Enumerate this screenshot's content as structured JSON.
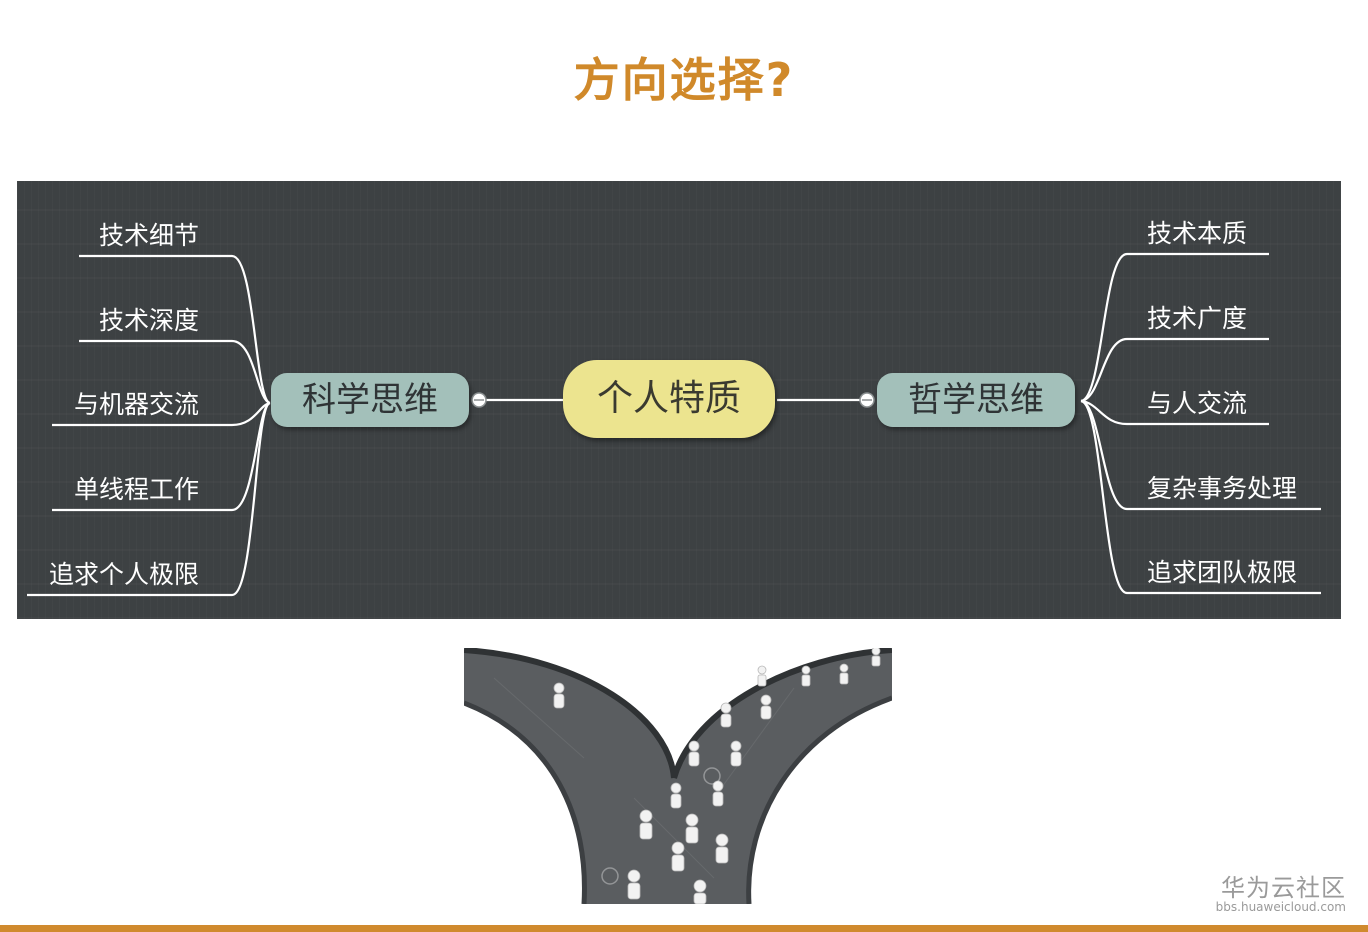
{
  "title": "方向选择?",
  "mindmap": {
    "center": "个人特质",
    "left": {
      "label": "科学思维",
      "leaves": [
        "技术细节",
        "技术深度",
        "与机器交流",
        "单线程工作",
        "追求个人极限"
      ]
    },
    "right": {
      "label": "哲学思维",
      "leaves": [
        "技术本质",
        "技术广度",
        "与人交流",
        "复杂事务处理",
        "追求团队极限"
      ]
    },
    "colors": {
      "board": "#3d4143",
      "branch_node": "#a3c0ba",
      "center_node": "#ece48f",
      "title": "#d0892a",
      "lines": "#ffffff"
    }
  },
  "watermark": {
    "name": "华为云社区",
    "url": "bbs.huaweicloud.com"
  }
}
